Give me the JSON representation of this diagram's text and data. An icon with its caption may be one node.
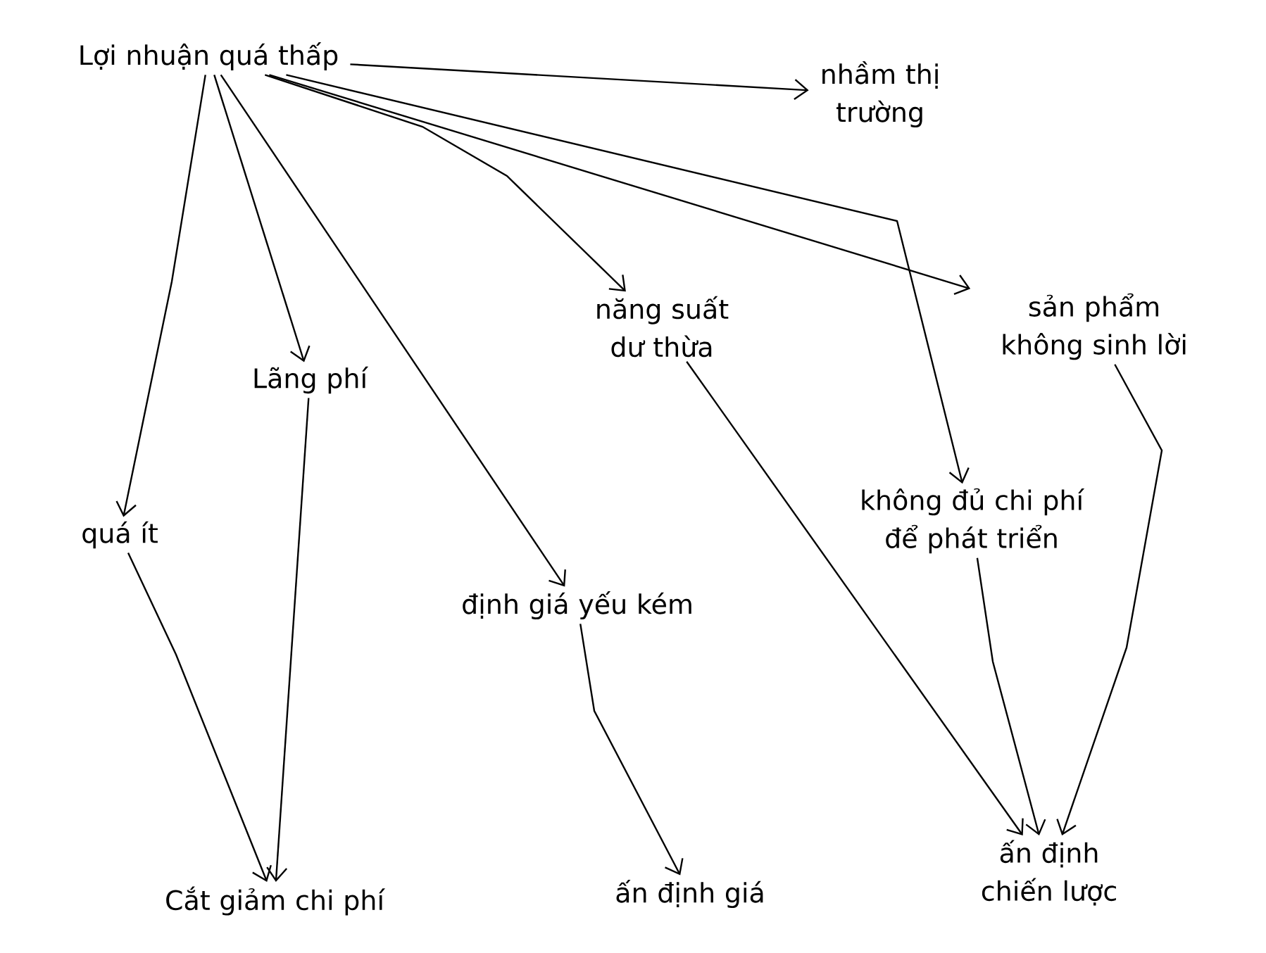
{
  "diagram": {
    "nodes": [
      {
        "text": [
          "Lợi nhuận quá thấp"
        ]
      },
      {
        "text": [
          "nhầm thị trường"
        ]
      },
      {
        "text": [
          "năng suất dư thừa"
        ]
      },
      {
        "text": [
          "sản phẩm không sinh lời"
        ]
      },
      {
        "text": [
          "Lãng phí"
        ]
      },
      {
        "text": [
          "quá ít"
        ]
      },
      {
        "text": [
          "không đủ chi phí để phát triển"
        ]
      },
      {
        "text": [
          "định giá yếu kém"
        ]
      },
      {
        "text": [
          "Cắt giảm chi phí"
        ]
      },
      {
        "text": [
          "ấn định giá"
        ]
      },
      {
        "text": [
          "ấn định chiến lược"
        ]
      }
    ],
    "edges": [
      {
        "from": 0,
        "to": 1,
        "arrow": "to"
      },
      {
        "from": 0,
        "to": 2,
        "arrow": "to"
      },
      {
        "from": 0,
        "to": 3,
        "arrow": "to"
      },
      {
        "from": 0,
        "to": 6,
        "arrow": "to"
      },
      {
        "from": 0,
        "to": 4,
        "arrow": "to"
      },
      {
        "from": 0,
        "to": 5,
        "arrow": "to"
      },
      {
        "from": 0,
        "to": 7,
        "arrow": "to"
      },
      {
        "from": 5,
        "to": 8,
        "arrow": "to"
      },
      {
        "from": 4,
        "to": 8,
        "arrow": "to"
      },
      {
        "from": 7,
        "to": 9,
        "arrow": "to"
      },
      {
        "from": 2,
        "to": 10,
        "arrow": "to"
      },
      {
        "from": 6,
        "to": 10,
        "arrow": "to"
      },
      {
        "from": 3,
        "to": 10,
        "arrow": "to"
      }
    ]
  }
}
